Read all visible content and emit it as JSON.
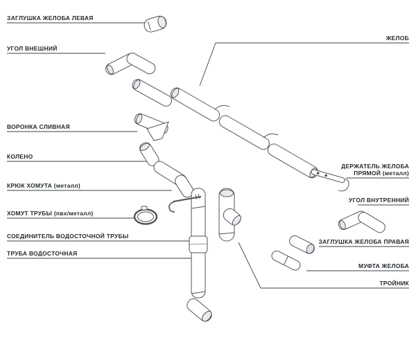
{
  "diagram": {
    "left_labels": [
      {
        "text": "ЗАГЛУШКА ЖЕЛОБА ЛЕВАЯ"
      },
      {
        "text": "УГОЛ ВНЕШНИЙ"
      },
      {
        "text": "ВОРОНКА СЛИВНАЯ"
      },
      {
        "text": "КОЛЕНО"
      },
      {
        "text": "КРЮК ХОМУТА (металл)"
      },
      {
        "text": "ХОМУТ ТРУБЫ (пвх/металл)"
      },
      {
        "text": "СОЕДИНИТЕЛЬ ВОДОСТОЧНОЙ ТРУБЫ"
      },
      {
        "text": "ТРУБА ВОДОСТОЧНАЯ"
      }
    ],
    "right_labels": [
      {
        "text": "ЖЕЛОБ"
      },
      {
        "text": "ДЕРЖАТЕЛЬ ЖЕЛОБА ПРЯМОЙ (металл)"
      },
      {
        "text": "УГОЛ ВНУТРЕННИЙ"
      },
      {
        "text": "ЗАГЛУШКА ЖЕЛОБА ПРАВАЯ"
      },
      {
        "text": "МУФТА ЖЕЛОБА"
      },
      {
        "text": "ТРОЙНИК"
      }
    ],
    "colors": {
      "leader_line": "#3a3f45",
      "part_outline": "#4d5358",
      "part_fill": "#ffffff",
      "part_shade": "#e8ebee",
      "label_text": "#24292e",
      "background": "#ffffff"
    }
  }
}
